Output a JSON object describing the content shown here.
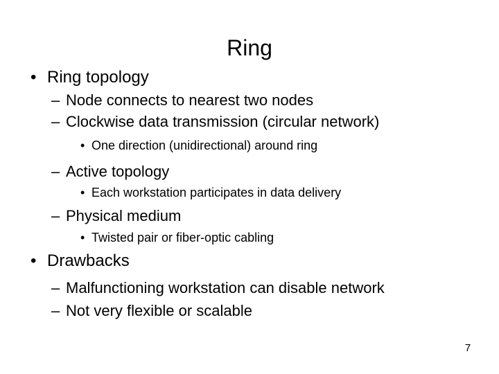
{
  "slide": {
    "title": "Ring",
    "page_number": "7",
    "colors": {
      "background": "#ffffff",
      "text": "#000000"
    },
    "bullets": [
      {
        "level": 1,
        "marker": "•",
        "text": "Ring topology"
      },
      {
        "level": 2,
        "marker": "–",
        "text": "Node connects to nearest two nodes"
      },
      {
        "level": 2,
        "marker": "–",
        "text": "Clockwise data transmission (circular network)"
      },
      {
        "level": 3,
        "marker": "•",
        "text": "One direction (unidirectional) around ring"
      },
      {
        "level": 2,
        "marker": "–",
        "text": "Active topology"
      },
      {
        "level": 3,
        "marker": "•",
        "text": "Each workstation participates in data delivery"
      },
      {
        "level": 2,
        "marker": "–",
        "text": "Physical medium"
      },
      {
        "level": 3,
        "marker": "•",
        "text": "Twisted pair or fiber-optic cabling"
      },
      {
        "level": 1,
        "marker": "•",
        "text": "Drawbacks"
      },
      {
        "level": 2,
        "marker": "–",
        "text": "Malfunctioning workstation can disable network"
      },
      {
        "level": 2,
        "marker": "–",
        "text": "Not very flexible or scalable"
      }
    ]
  }
}
